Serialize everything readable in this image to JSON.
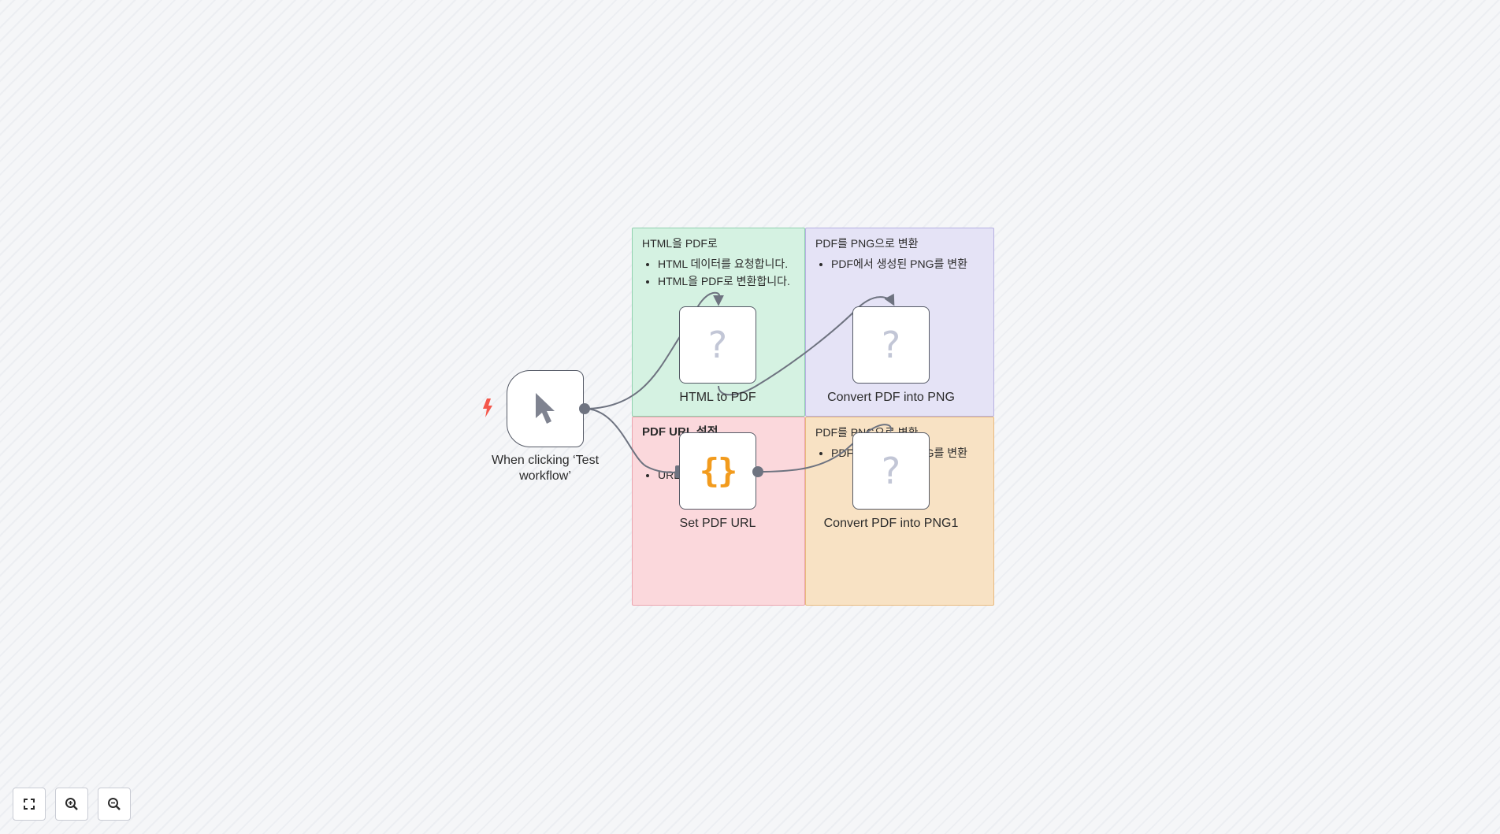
{
  "sticky_notes": {
    "html_to_pdf": {
      "title": "HTML을 PDF로",
      "items": [
        "HTML 데이터를 요청합니다.",
        "HTML을 PDF로 변환합니다."
      ],
      "color": "#d5f2e2"
    },
    "pdf_to_png": {
      "title": "PDF를 PNG으로 변환",
      "items": [
        "PDF에서 생성된 PNG를 변환"
      ],
      "color": "#e5e3f6"
    },
    "pdf_url": {
      "title": "PDF URL 설정",
      "items": [
        "URL"
      ],
      "color": "#fbd8dc"
    },
    "pdf_to_png_2": {
      "title": "PDF를 PNG으로 변환",
      "items": [
        "PDF에서 생성된 PNG를 변환"
      ],
      "color": "#f8e2c4"
    }
  },
  "nodes": {
    "trigger": {
      "label": "When clicking ‘Test workflow’",
      "icon": "cursor-icon"
    },
    "html_to_pdf": {
      "label": "HTML to PDF",
      "icon": "question-icon"
    },
    "convert_png": {
      "label": "Convert PDF into PNG",
      "icon": "question-icon"
    },
    "set_pdf_url": {
      "label": "Set PDF URL",
      "icon": "braces-icon"
    },
    "convert_png1": {
      "label": "Convert PDF into PNG1",
      "icon": "question-icon"
    }
  },
  "controls": {
    "fit_view": {
      "icon": "fit-view-icon"
    },
    "zoom_in": {
      "icon": "zoom-in-icon"
    },
    "zoom_out": {
      "icon": "zoom-out-icon"
    }
  },
  "colors": {
    "accent_trigger": "#f4574b",
    "set_node_icon": "#f29b1d",
    "edge": "#6e7380"
  }
}
